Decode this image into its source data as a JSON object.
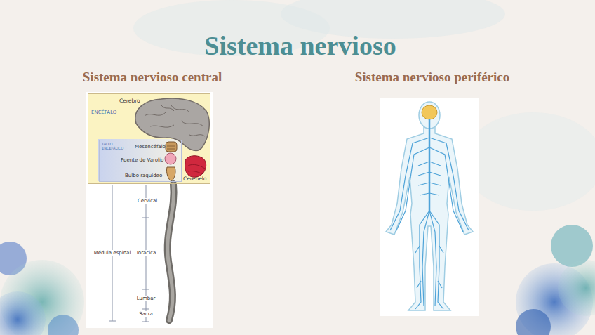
{
  "diagram": {
    "title": "Sistema nervioso",
    "nodes": [
      {
        "text": [
          "ENCÉFALO",
          "Cerebro",
          "Cerebelo"
        ]
      },
      {
        "text": [
          "TALLO ENCEFÁLICO",
          "Mesencéfalo",
          "Puente de Varolio",
          "Bulbo raquídeo"
        ],
        "in": 0
      }
    ],
    "labels": [
      "Sistema nervioso central",
      "Sistema nervioso periférico",
      "Cervical",
      "Médula espinal",
      "Torácica",
      "Lumbar",
      "Sacra"
    ]
  }
}
